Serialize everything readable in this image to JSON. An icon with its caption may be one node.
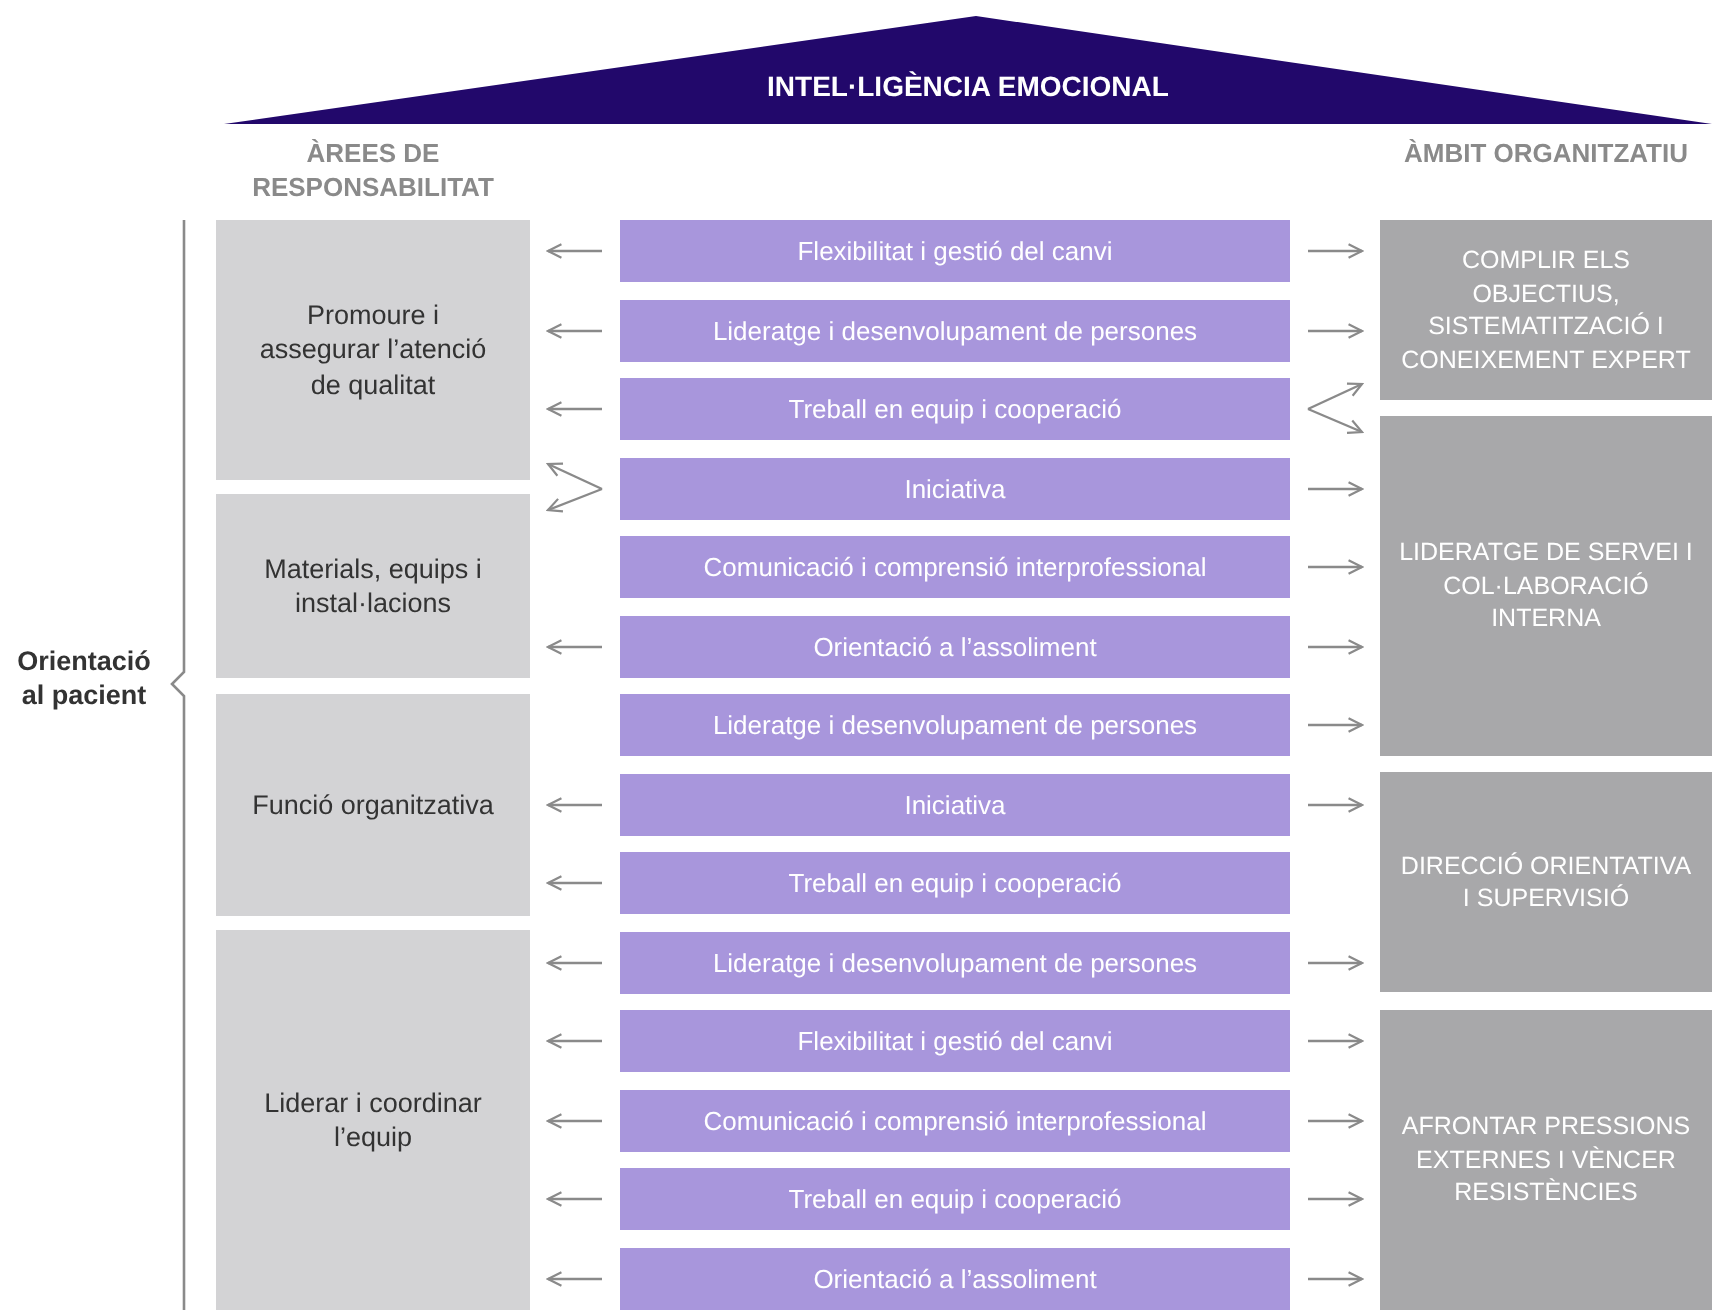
{
  "diagram": {
    "nodes": [
      {
        "text": [
          "INTEL·LIGÈNCIA EMOCIONAL"
        ]
      },
      {
        "text": [
          "Promoure i assegurar l’atenció de qualitat"
        ]
      },
      {
        "text": [
          "Materials, equips i instal·lacions"
        ]
      },
      {
        "text": [
          "Funció organitzativa"
        ]
      },
      {
        "text": [
          "Liderar i coordinar l’equip"
        ]
      },
      {
        "text": [
          "Flexibilitat i gestió del canvi"
        ]
      },
      {
        "text": [
          "Lideratge i desenvolupament de persones"
        ]
      },
      {
        "text": [
          "Treball en equip i cooperació"
        ]
      },
      {
        "text": [
          "Iniciativa"
        ]
      },
      {
        "text": [
          "Comunicació i comprensió interprofessional"
        ]
      },
      {
        "text": [
          "Orientació a l’assoliment"
        ]
      },
      {
        "text": [
          "Lideratge i desenvolupament de persones"
        ]
      },
      {
        "text": [
          "Iniciativa"
        ]
      },
      {
        "text": [
          "Treball en equip i cooperació"
        ]
      },
      {
        "text": [
          "Lideratge i desenvolupament de persones"
        ]
      },
      {
        "text": [
          "Flexibilitat i gestió del canvi"
        ]
      },
      {
        "text": [
          "Comunicació i comprensió interprofessional"
        ]
      },
      {
        "text": [
          "Treball en equip i cooperació"
        ]
      },
      {
        "text": [
          "Orientació a l’assoliment"
        ]
      },
      {
        "text": [
          "COMPLIR ELS OBJECTIUS, SISTEMATITZACIÓ I CONEIXEMENT EXPERT"
        ]
      },
      {
        "text": [
          "LIDERATGE DE SERVEI I COL·LABORACIÓ INTERNA"
        ]
      },
      {
        "text": [
          "DIRECCIÓ ORIENTATIVA I SUPERVISIÓ"
        ]
      },
      {
        "text": [
          "AFRONTAR PRESSIONS EXTERNES I VÈNCER RESISTÈNCIES"
        ]
      }
    ],
    "edges": [
      {
        "from": 5,
        "to": 1,
        "arrow": "to"
      },
      {
        "from": 6,
        "to": 1,
        "arrow": "to"
      },
      {
        "from": 7,
        "to": 1,
        "arrow": "to"
      },
      {
        "from": 8,
        "to": 1,
        "arrow": "to"
      },
      {
        "from": 8,
        "to": 2,
        "arrow": "to"
      },
      {
        "from": 10,
        "to": 2,
        "arrow": "to"
      },
      {
        "from": 12,
        "to": 3,
        "arrow": "to"
      },
      {
        "from": 13,
        "to": 3,
        "arrow": "to"
      },
      {
        "from": 14,
        "to": 4,
        "arrow": "to"
      },
      {
        "from": 15,
        "to": 4,
        "arrow": "to"
      },
      {
        "from": 16,
        "to": 4,
        "arrow": "to"
      },
      {
        "from": 17,
        "to": 4,
        "arrow": "to"
      },
      {
        "from": 18,
        "to": 4,
        "arrow": "to"
      },
      {
        "from": 5,
        "to": 19,
        "arrow": "to"
      },
      {
        "from": 6,
        "to": 19,
        "arrow": "to"
      },
      {
        "from": 7,
        "to": 19,
        "arrow": "to"
      },
      {
        "from": 7,
        "to": 20,
        "arrow": "to"
      },
      {
        "from": 8,
        "to": 20,
        "arrow": "to"
      },
      {
        "from": 9,
        "to": 20,
        "arrow": "to"
      },
      {
        "from": 10,
        "to": 20,
        "arrow": "to"
      },
      {
        "from": 11,
        "to": 20,
        "arrow": "to"
      },
      {
        "from": 12,
        "to": 21,
        "arrow": "to"
      },
      {
        "from": 14,
        "to": 21,
        "arrow": "to"
      },
      {
        "from": 15,
        "to": 22,
        "arrow": "to"
      },
      {
        "from": 16,
        "to": 22,
        "arrow": "to"
      },
      {
        "from": 17,
        "to": 22,
        "arrow": "to"
      },
      {
        "from": 18,
        "to": 22,
        "arrow": "to"
      }
    ],
    "labels": [
      "ÀREES DE RESPONSABILITAT",
      "ÀMBIT ORGANITZATIU",
      "Orientació al pacient"
    ]
  }
}
